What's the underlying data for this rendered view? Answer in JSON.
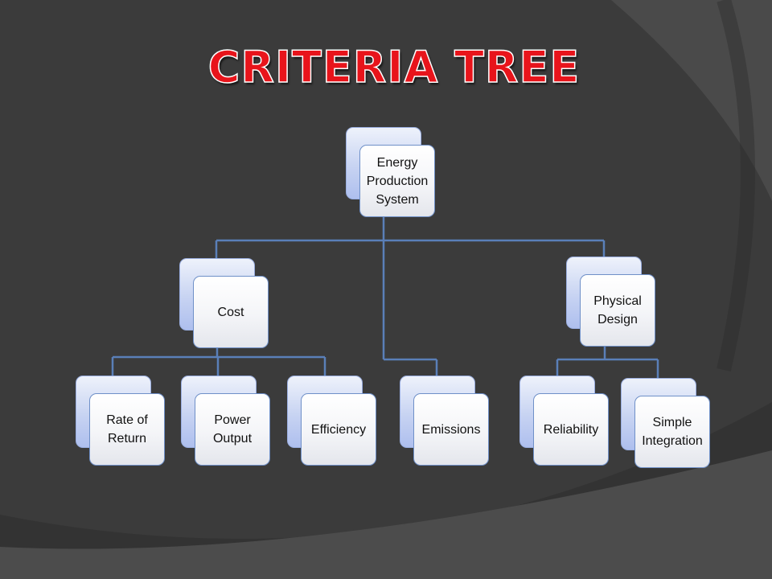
{
  "slide": {
    "title": "CRITERIA TREE"
  },
  "diagram": {
    "root": {
      "label": "Energy\nProduction\nSystem"
    },
    "level1": [
      {
        "label": "Cost"
      },
      {
        "label": "Emissions"
      },
      {
        "label": "Physical\nDesign"
      }
    ],
    "cost_children": [
      {
        "label": "Rate of\nReturn"
      },
      {
        "label": "Power\nOutput"
      },
      {
        "label": "Efficiency"
      }
    ],
    "design_children": [
      {
        "label": "Reliability"
      },
      {
        "label": "Simple\nIntegration"
      }
    ]
  },
  "colors": {
    "title": "#e8141b",
    "connector": "#5a7fb8",
    "background": "#3a3a3a"
  }
}
